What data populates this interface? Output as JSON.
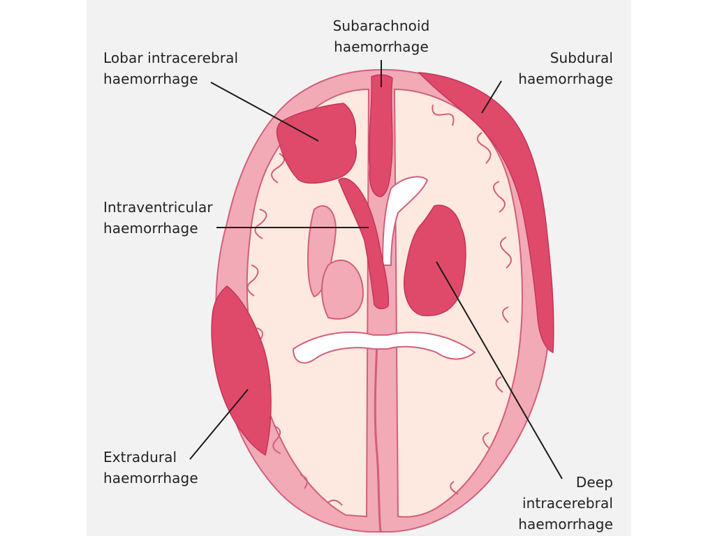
{
  "colors": {
    "background_panel": "#f2f2f2",
    "white_matter": "#fde9df",
    "cortex_pink": "#f2aab6",
    "cortex_outline": "#d25e7b",
    "haemorrhage": "#e04a6a",
    "ventricle": "#ffffff",
    "leader_line": "#1a1a1a"
  },
  "labels": {
    "subarachnoid": [
      "Subarachnoid",
      "haemorrhage"
    ],
    "lobar": [
      "Lobar intracerebral",
      "haemorrhage"
    ],
    "subdural": [
      "Subdural",
      "haemorrhage"
    ],
    "intraventricular": [
      "Intraventricular",
      "haemorrhage"
    ],
    "extradural": [
      "Extradural",
      "haemorrhage"
    ],
    "deep": [
      "Deep",
      "intracerebral",
      "haemorrhage"
    ]
  }
}
